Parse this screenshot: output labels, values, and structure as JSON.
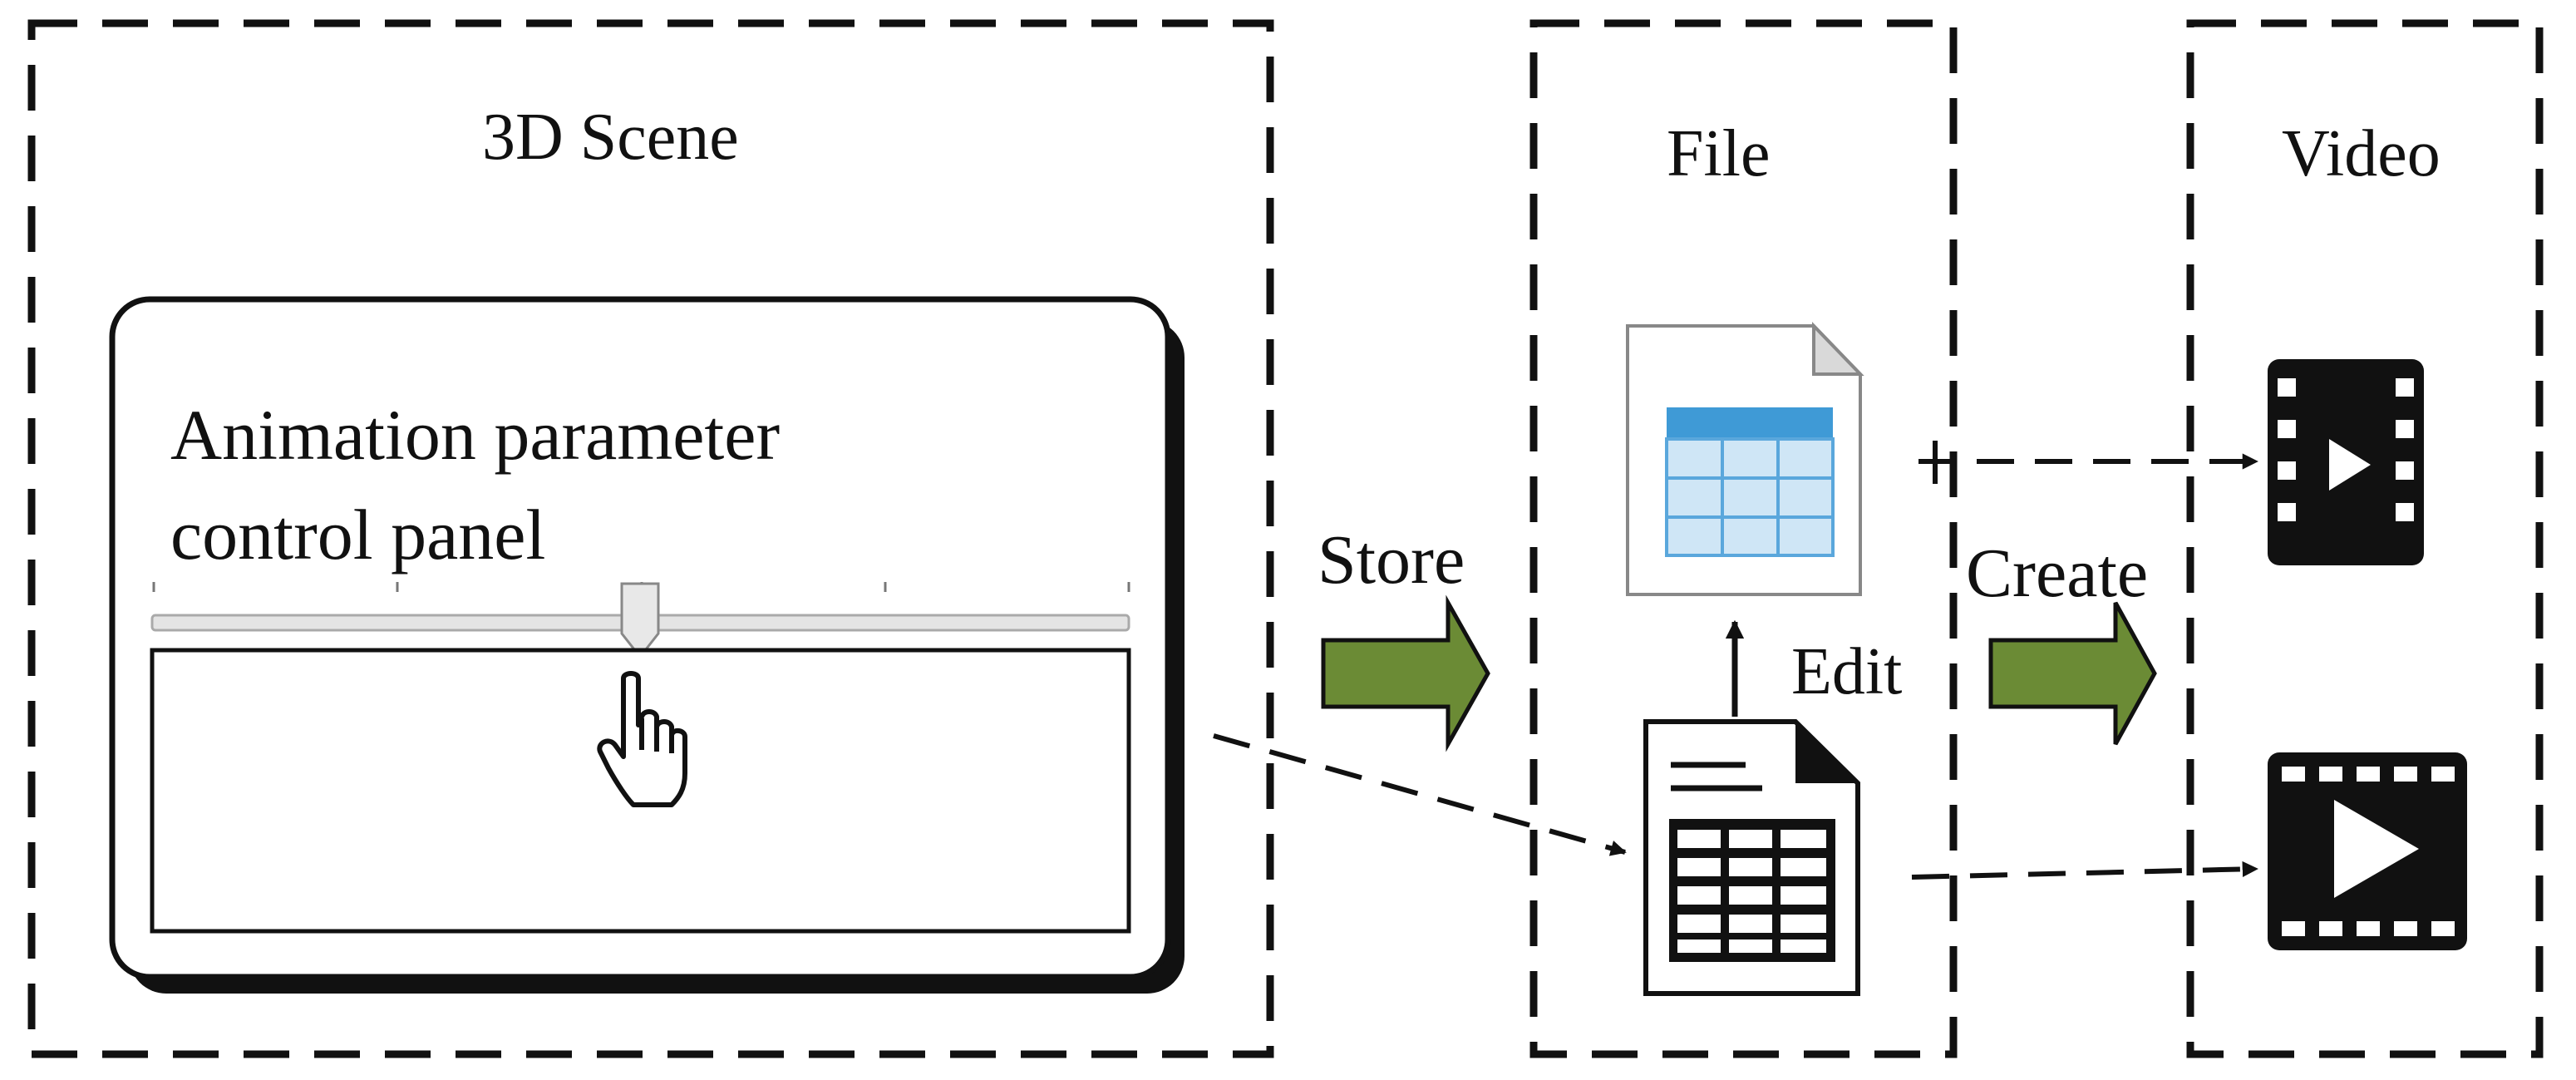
{
  "labels": {
    "scene": "3D Scene",
    "file": "File",
    "video": "Video",
    "panel_line1": "Animation parameter",
    "panel_line2": "control panel",
    "store": "Store",
    "create": "Create",
    "edit": "Edit"
  },
  "colors": {
    "stroke": "#111111",
    "arrow_fill": "#6b8b35",
    "table_header": "#3f9ad6",
    "table_cell": "#cfe6f6",
    "table_border": "#5aa7dc",
    "slider_track": "#d4d4d4",
    "page_fold": "#d9d9d9"
  },
  "icons": {
    "panel_cursor": "hand-pointer-icon",
    "spreadsheet_file": "spreadsheet-document-icon",
    "table_document": "table-document-icon",
    "video_small": "film-strip-icon",
    "video_large": "film-strip-play-icon"
  }
}
